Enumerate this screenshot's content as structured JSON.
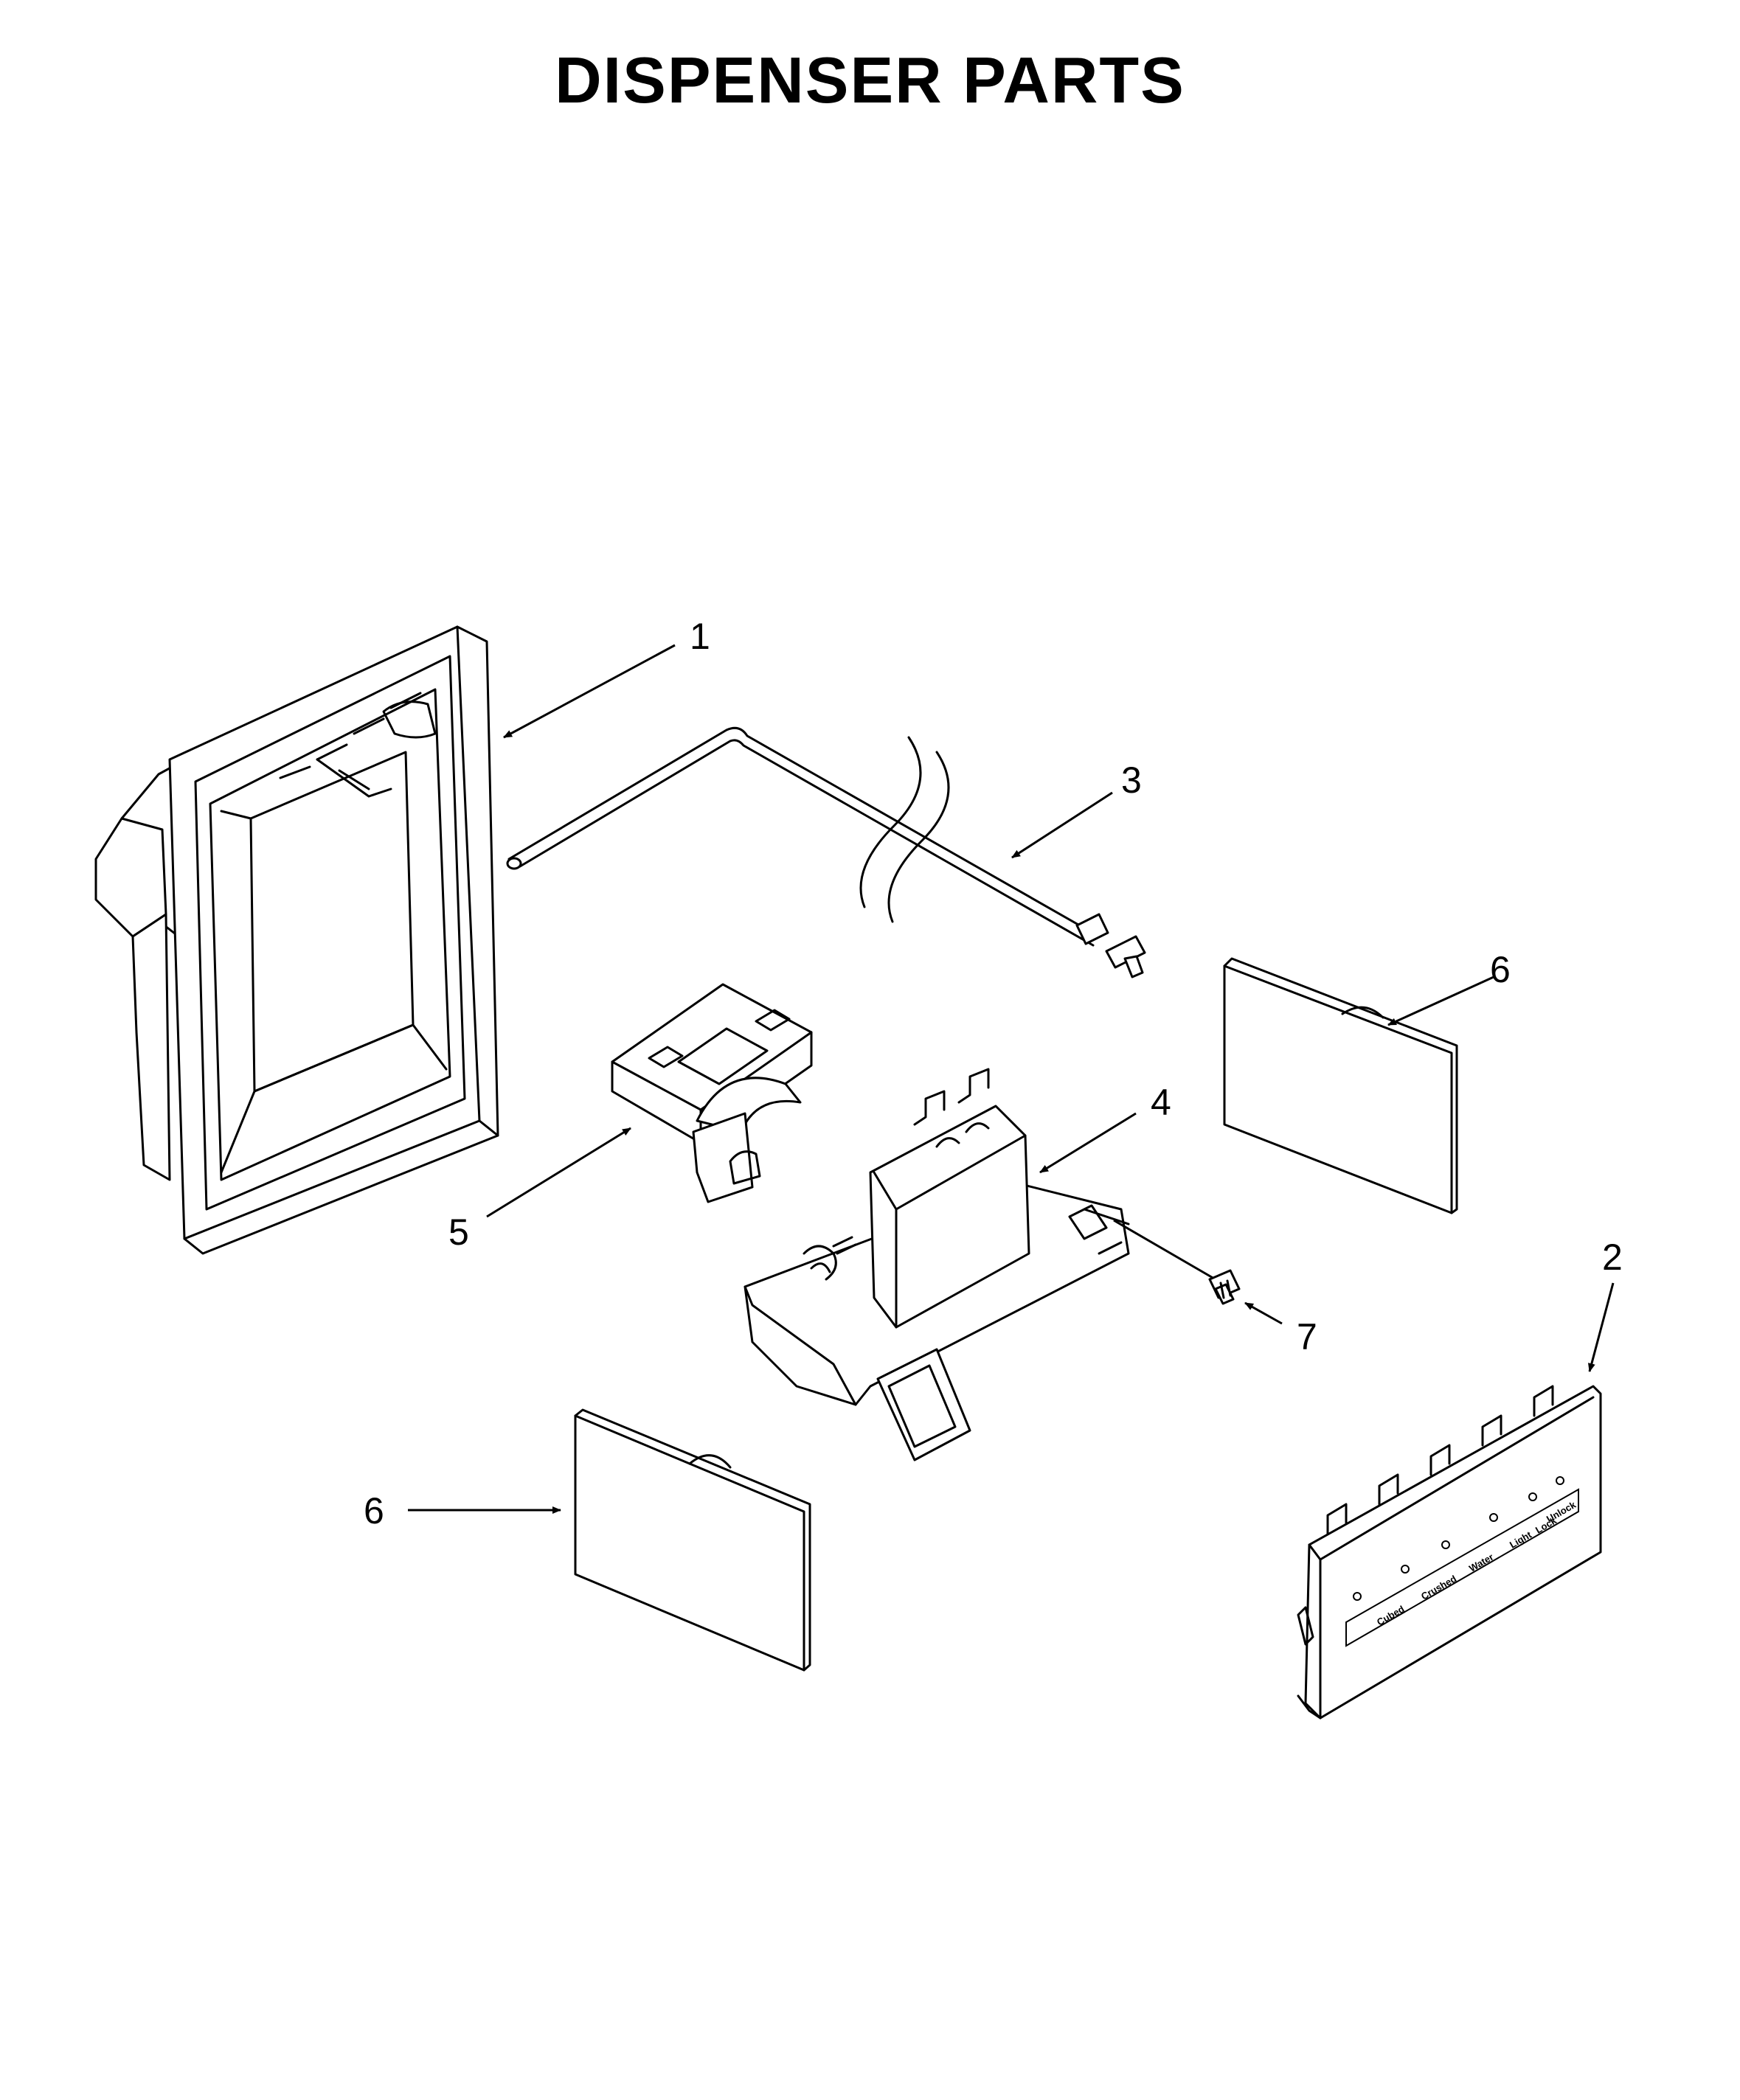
{
  "title": "DISPENSER PARTS",
  "callouts": {
    "c1": "1",
    "c2": "2",
    "c3": "3",
    "c4": "4",
    "c5": "5",
    "c6a": "6",
    "c6b": "6",
    "c7": "7"
  },
  "panel_labels": {
    "l1": "Water",
    "l2": "Cubed",
    "l3": "Crushed",
    "l4": "Light",
    "l5": "Lock",
    "l6": "Unlock"
  }
}
